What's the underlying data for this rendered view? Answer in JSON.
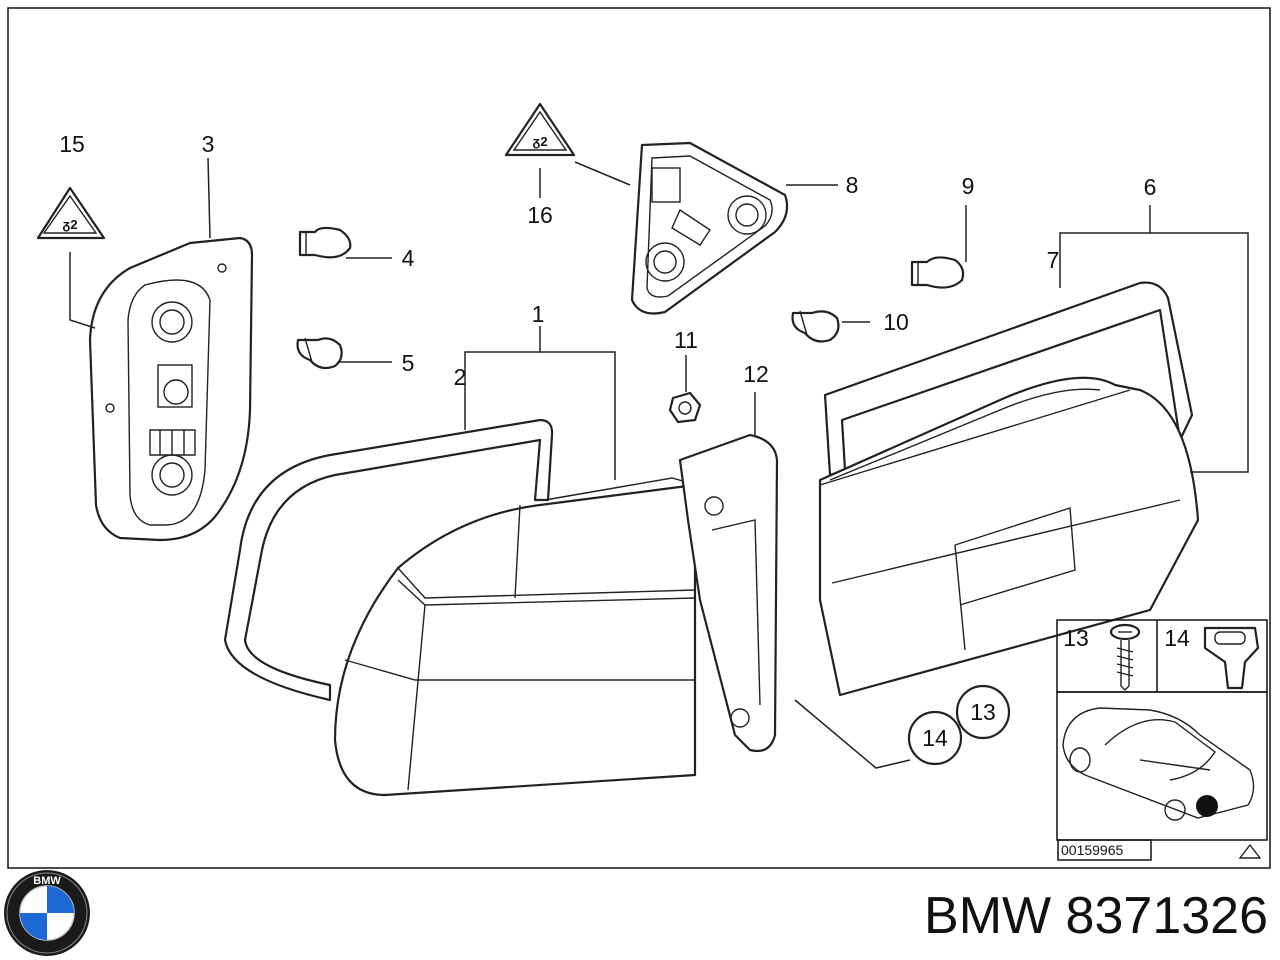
{
  "labels": {
    "p1": "1",
    "p2": "2",
    "p3": "3",
    "p4": "4",
    "p5": "5",
    "p6": "6",
    "p7": "7",
    "p8": "8",
    "p9": "9",
    "p10": "10",
    "p11": "11",
    "p12": "12",
    "p13": "13",
    "p14": "14",
    "p15": "15",
    "p16": "16",
    "inset13": "13",
    "inset14": "14"
  },
  "doc_number": "00159965",
  "brand_text": "BMW 8371326",
  "logo_text": "BMW",
  "colors": {
    "line": "#222222",
    "logo_blue": "#1c69d4"
  }
}
